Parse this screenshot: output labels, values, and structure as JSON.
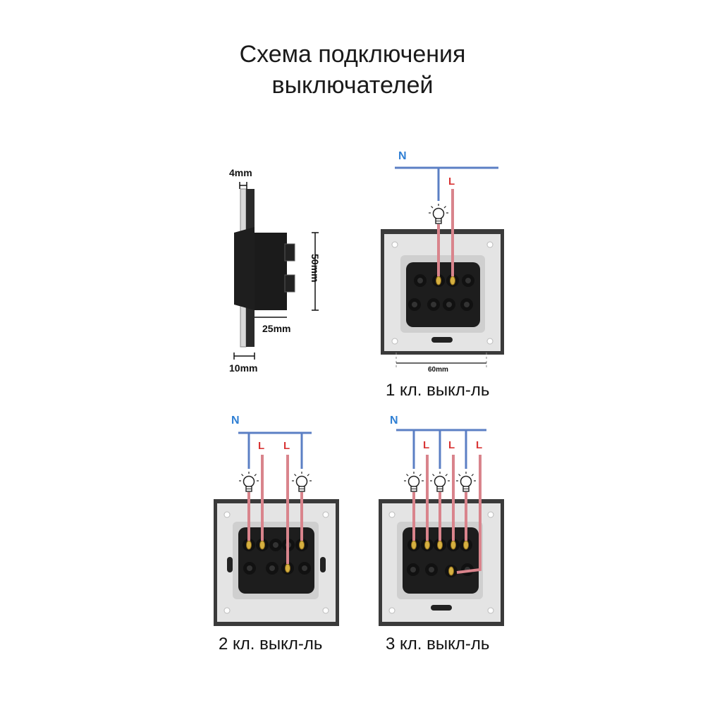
{
  "title": {
    "line1": "Схема подключения",
    "line2": "выключателей"
  },
  "side_view": {
    "dim_top": "4mm",
    "dim_height": "50mm",
    "dim_depth": "25mm",
    "dim_bottom": "10mm"
  },
  "switch_1": {
    "caption": "1 кл. выкл-ль",
    "neutral_label": "N",
    "live_label": "L",
    "width_label": "60mm"
  },
  "switch_2": {
    "caption": "2 кл. выкл-ль",
    "neutral_label": "N",
    "live_labels": [
      "L",
      "L"
    ]
  },
  "switch_3": {
    "caption": "3 кл. выкл-ль",
    "neutral_label": "N",
    "live_labels": [
      "L",
      "L",
      "L"
    ]
  },
  "colors": {
    "neutral_wire": "#5b7fc4",
    "live_wire": "#d9848c",
    "plate": "#e6e6e6",
    "frame": "#3a3a3a",
    "body": "#1e1e1e",
    "terminal": "#c9a43a"
  },
  "icons": {
    "lamp": "light-bulb-icon"
  }
}
